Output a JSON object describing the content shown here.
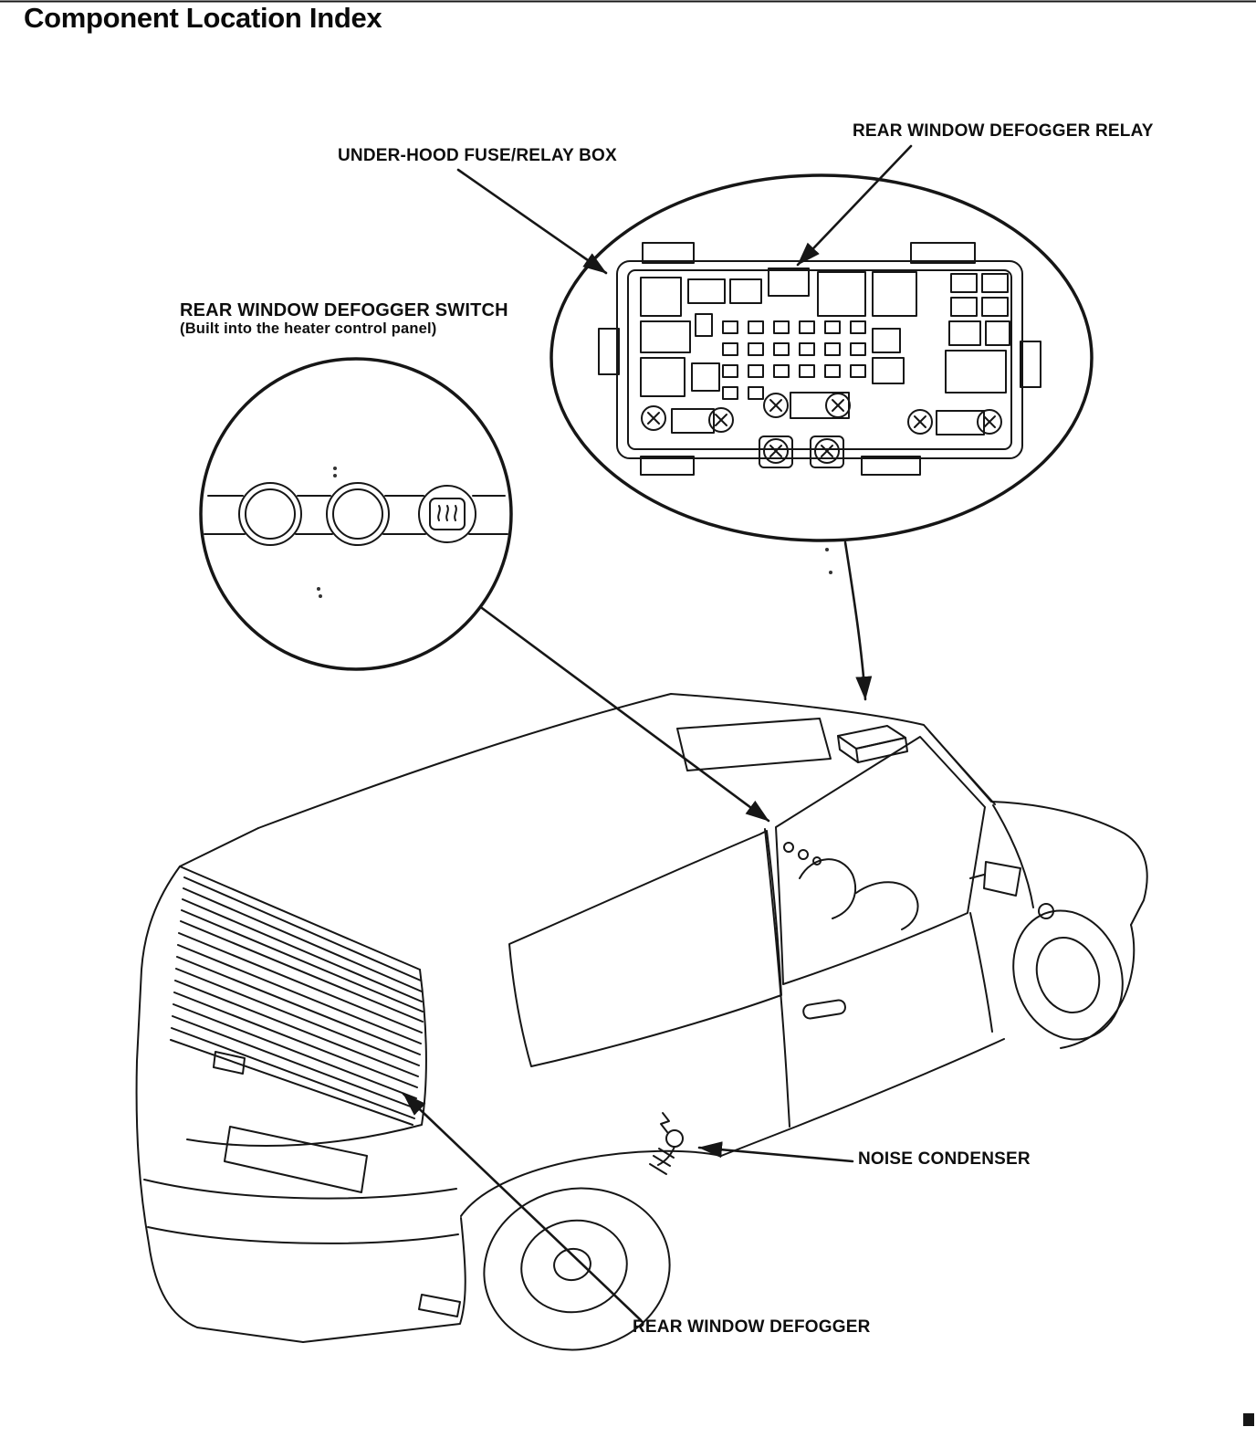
{
  "page": {
    "title": "Component Location Index",
    "background": "#ffffff",
    "ink": "#161616"
  },
  "callouts": {
    "relay": "REAR WINDOW DEFOGGER RELAY",
    "fuse_box": "UNDER-HOOD FUSE/RELAY BOX",
    "switch": "REAR WINDOW DEFOGGER SWITCH",
    "switch_note": "(Built into the heater control panel)",
    "noise_condenser": "NOISE CONDENSER",
    "rear_defogger": "REAR WINDOW DEFOGGER"
  }
}
